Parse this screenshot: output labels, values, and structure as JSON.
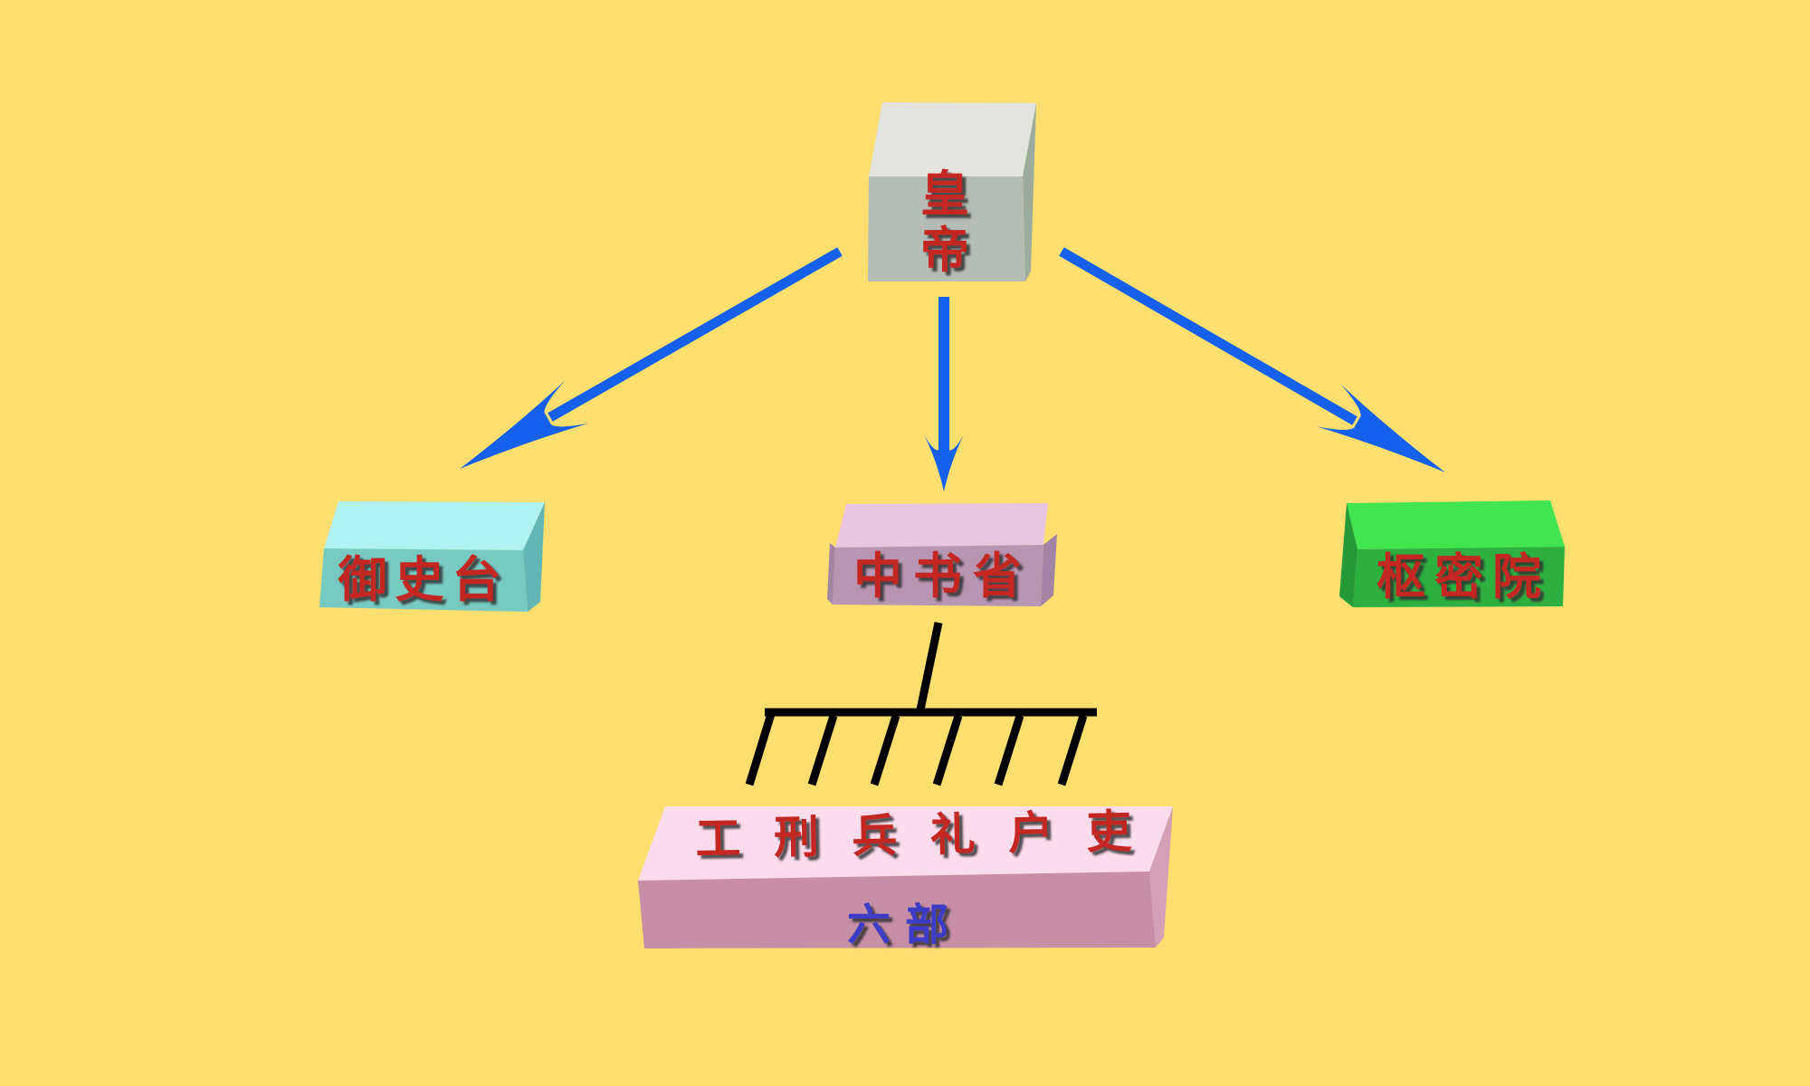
{
  "colors": {
    "background": "#fcdf6f",
    "arrow-blue": "#1560ec",
    "connector-black": "#000000",
    "text-red": "#c42622",
    "text-blue": "#3c3cc8",
    "cube-top": "#e3e3df",
    "cube-front": "#b4bcb5",
    "cube-side": "#9dab9f",
    "censorate-top": "#b0f2f2",
    "censorate-front": "#77cac2",
    "censorate-side": "#62b6b4",
    "secretariat-top": "#e9c5e1",
    "secretariat-front": "#b795b3",
    "secretariat-side": "#a384a4",
    "military-top": "#40e550",
    "military-front": "#2eb041",
    "military-side": "#259838",
    "ministries-top": "#fbdcec",
    "ministries-front": "#c78ea5",
    "ministries-side": "#d2a1b5"
  },
  "nodes": {
    "emperor": {
      "label": "皇帝",
      "char_top": "皇",
      "char_bottom": "帝"
    },
    "censorate": {
      "label": "御史台"
    },
    "secretariat": {
      "label": "中书省"
    },
    "military_affairs": {
      "label": "枢密院"
    },
    "six_ministries": {
      "top_label": "工 刑 兵 礼 户 吏",
      "front_label": "六部"
    }
  }
}
